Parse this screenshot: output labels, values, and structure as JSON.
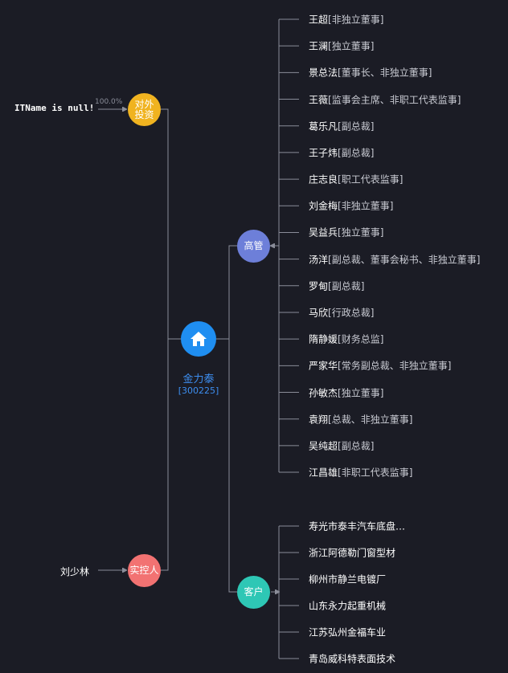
{
  "colors": {
    "background": "#1b1c25",
    "investment": "#f0b320",
    "center": "#1f8ef1",
    "executives": "#6d7fd9",
    "customers": "#2ec7b5",
    "controller": "#f27272",
    "line": "#8a8d99"
  },
  "center": {
    "icon": "home-icon",
    "name": "金力泰",
    "code": "[300225]"
  },
  "investment": {
    "label": "对外投资",
    "target": "ITName is null!",
    "percent": "100.0%"
  },
  "controller": {
    "label": "实控人",
    "person": "刘少林"
  },
  "executives": {
    "label": "高管",
    "items": [
      {
        "name": "王超",
        "role": "[非独立董事]"
      },
      {
        "name": "王澜",
        "role": "[独立董事]"
      },
      {
        "name": "景总法",
        "role": "[董事长、非独立董事]"
      },
      {
        "name": "王薇",
        "role": "[监事会主席、非职工代表监事]"
      },
      {
        "name": "葛乐凡",
        "role": "[副总裁]"
      },
      {
        "name": "王子炜",
        "role": "[副总裁]"
      },
      {
        "name": "庄志良",
        "role": "[职工代表监事]"
      },
      {
        "name": "刘金梅",
        "role": "[非独立董事]"
      },
      {
        "name": "吴益兵",
        "role": "[独立董事]"
      },
      {
        "name": "汤洋",
        "role": "[副总裁、董事会秘书、非独立董事]"
      },
      {
        "name": "罗甸",
        "role": "[副总裁]"
      },
      {
        "name": "马欣",
        "role": "[行政总裁]"
      },
      {
        "name": "隋静媛",
        "role": "[财务总监]"
      },
      {
        "name": "严家华",
        "role": "[常务副总裁、非独立董事]"
      },
      {
        "name": "孙敏杰",
        "role": "[独立董事]"
      },
      {
        "name": "袁翔",
        "role": "[总裁、非独立董事]"
      },
      {
        "name": "吴纯超",
        "role": "[副总裁]"
      },
      {
        "name": "江昌雄",
        "role": "[非职工代表监事]"
      }
    ]
  },
  "customers": {
    "label": "客户",
    "items": [
      {
        "name": "寿光市泰丰汽车底盘…"
      },
      {
        "name": "浙江阿德勒门窗型材"
      },
      {
        "name": "柳州市静兰电镀厂"
      },
      {
        "name": "山东永力起重机械"
      },
      {
        "name": "江苏弘州金福车业"
      },
      {
        "name": "青岛威科特表面技术"
      }
    ]
  }
}
